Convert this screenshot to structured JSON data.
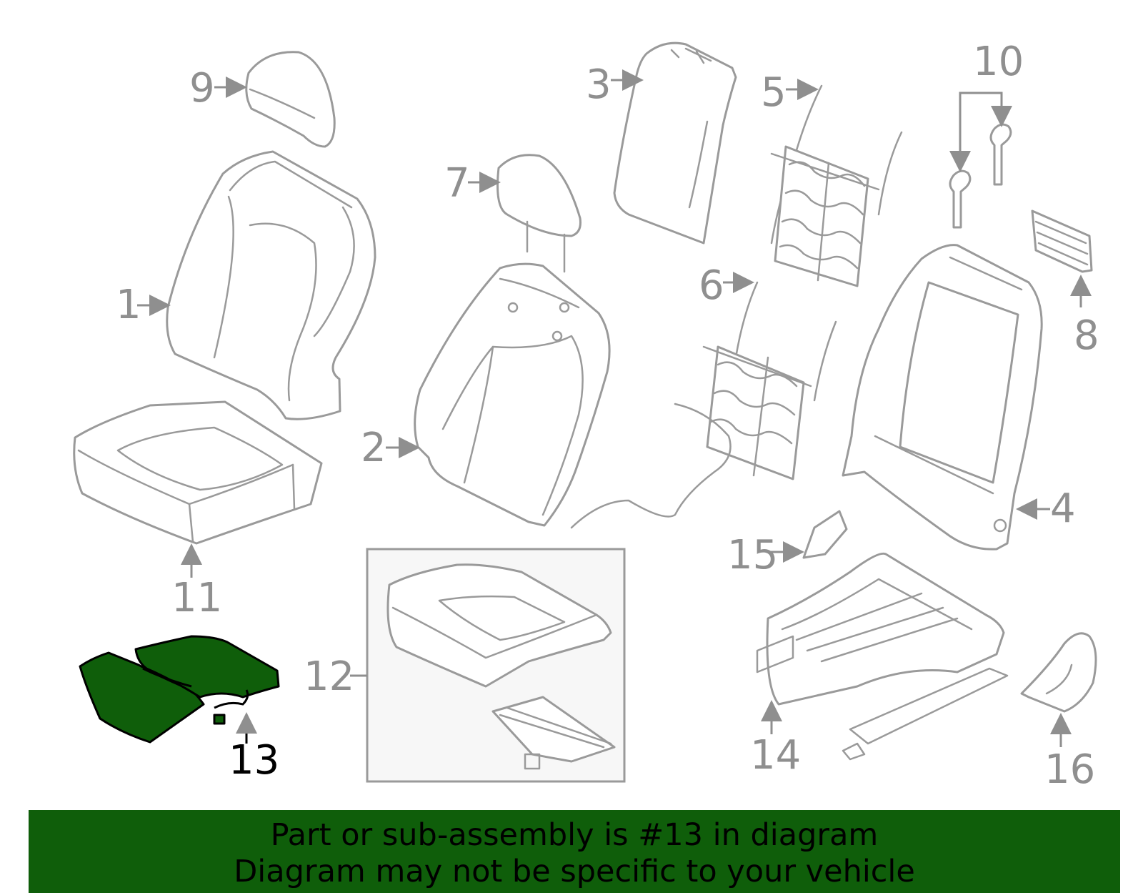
{
  "diagram": {
    "highlight_color": "#0f5e0a",
    "line_color": "#9a9a9a",
    "labels": {
      "l1": "1",
      "l2": "2",
      "l3": "3",
      "l4": "4",
      "l5": "5",
      "l6": "6",
      "l7": "7",
      "l8": "8",
      "l9": "9",
      "l10": "10",
      "l11": "11",
      "l12": "12",
      "l13": "13",
      "l14": "14",
      "l15": "15",
      "l16": "16"
    }
  },
  "banner": {
    "line1": "Part or sub-assembly is #13 in diagram",
    "line2": "Diagram may not be specific to your vehicle",
    "background": "#0f5e0a"
  }
}
